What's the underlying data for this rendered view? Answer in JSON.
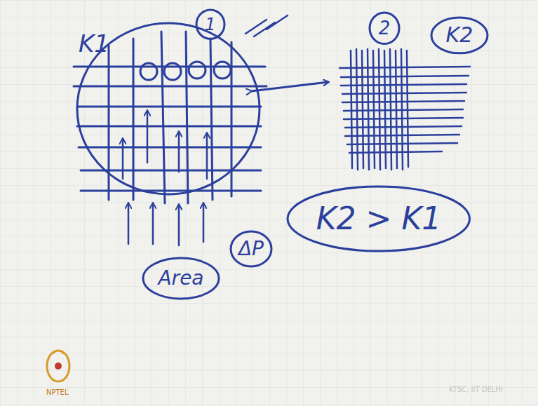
{
  "diagram": {
    "nodes": [
      {
        "text": [
          "1"
        ]
      },
      {
        "text": [
          "2"
        ]
      },
      {
        "text": [
          "K2"
        ]
      },
      {
        "text": [
          "K2 > K1"
        ]
      },
      {
        "text": [
          "ΔP"
        ]
      },
      {
        "text": [
          "Area"
        ]
      }
    ],
    "labels": [
      "K1",
      "NPTEL",
      "KTSC, IIT DELHI"
    ]
  }
}
